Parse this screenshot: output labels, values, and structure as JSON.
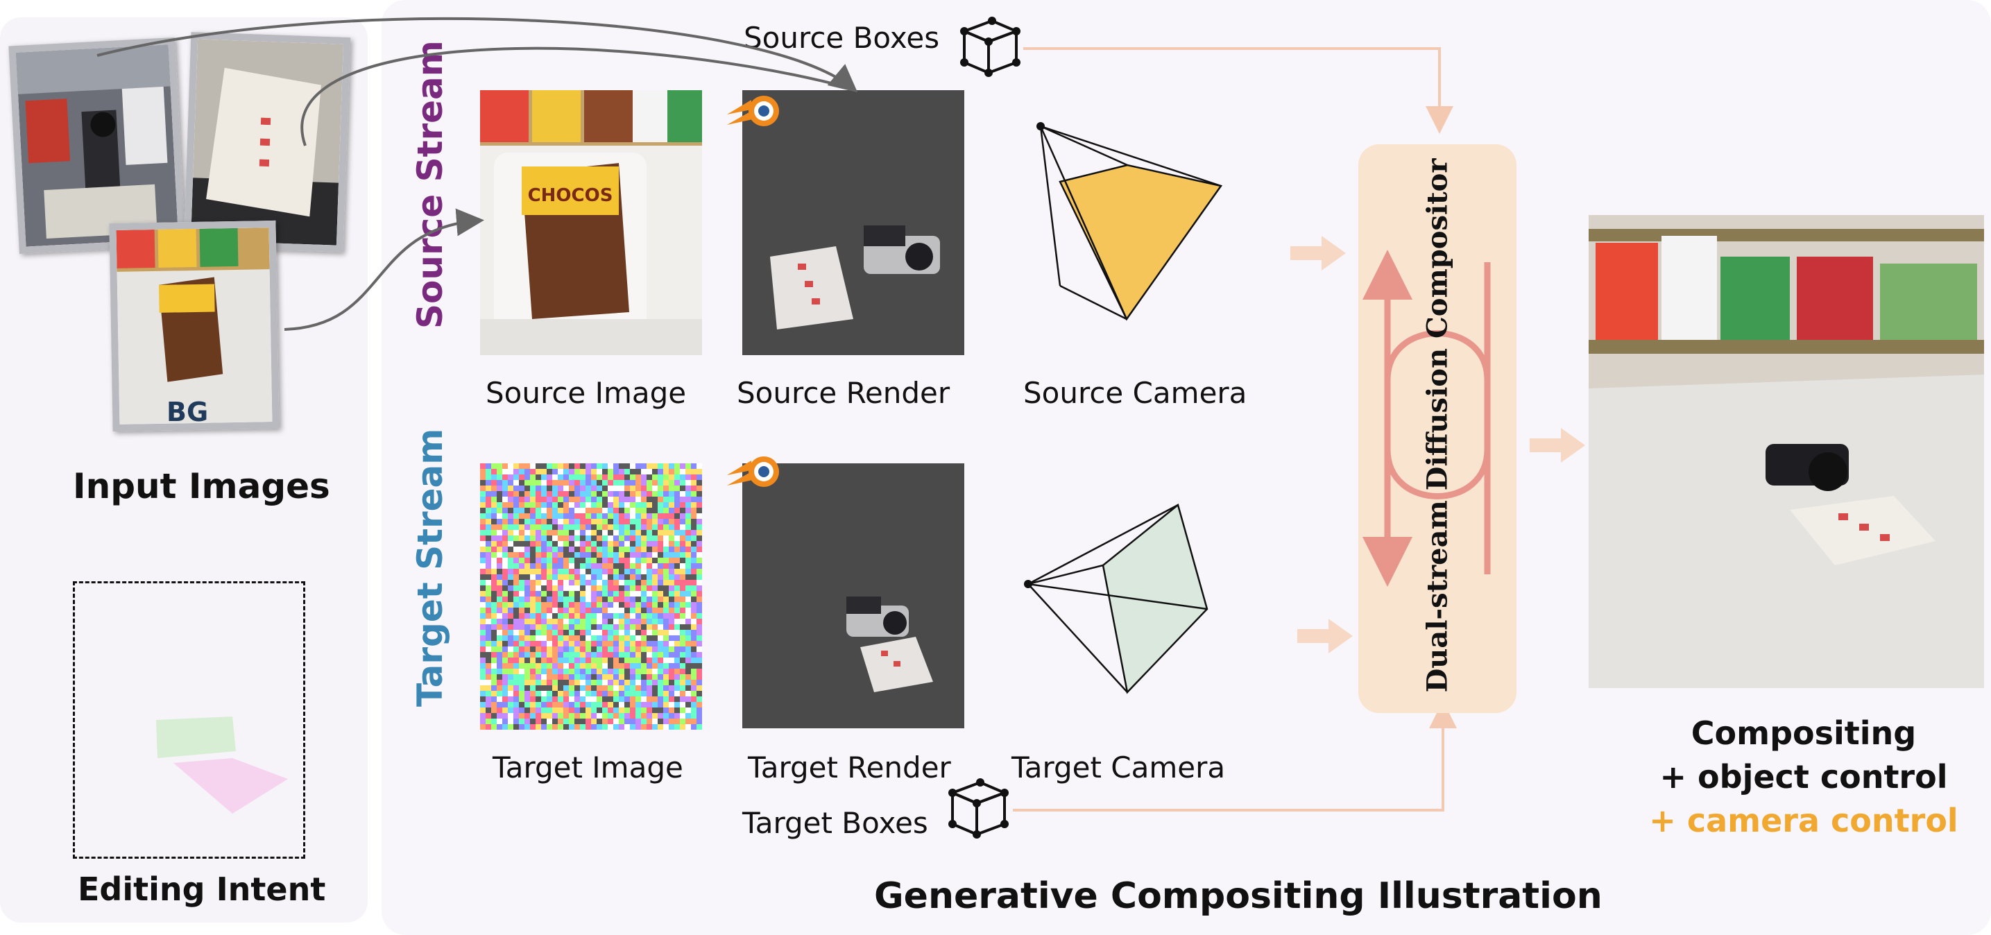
{
  "labels": {
    "input_images": "Input Images",
    "bg": "BG",
    "editing_intent": "Editing Intent",
    "source_boxes": "Source Boxes",
    "source_stream": "Source Stream",
    "target_stream": "Target Stream",
    "source_image": "Source Image",
    "source_render": "Source Render",
    "source_camera": "Source Camera",
    "target_image": "Target Image",
    "target_render": "Target Render",
    "target_camera": "Target Camera",
    "target_boxes": "Target Boxes",
    "compositor": "Dual-stream Diffusion Compositor",
    "result_line1": "Compositing",
    "result_line2": "+ object control",
    "result_line3": "+ camera control",
    "footer": "Generative Compositing Illustration",
    "cereal_brand": "CHOCOS"
  },
  "colors": {
    "source_stream": "#7a2a7e",
    "target_stream": "#3a86b4",
    "camera_control": "#f0a830",
    "compositor_bg": "#f9e4d0",
    "compositor_arrow": "#e8968c",
    "flow_arrow": "#f6d8c4",
    "source_frustum_fill": "#f5c55a",
    "target_frustum_fill": "#dbe8de",
    "render_bg": "#4a4a4a"
  },
  "icons": [
    "blender-icon",
    "cube-wireframe-icon"
  ]
}
